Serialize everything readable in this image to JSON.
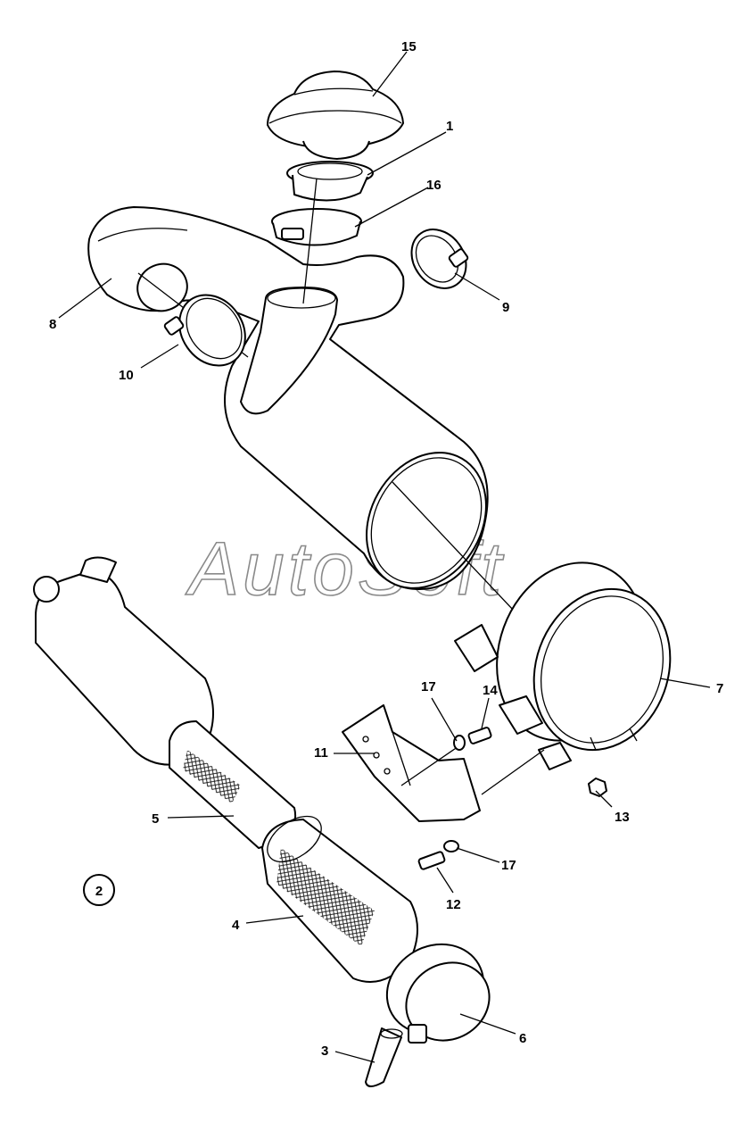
{
  "watermark": "AutoSoft",
  "group_badge": "2",
  "callouts": {
    "c1": "1",
    "c3": "3",
    "c4": "4",
    "c5": "5",
    "c6": "6",
    "c7": "7",
    "c8": "8",
    "c9": "9",
    "c10": "10",
    "c11": "11",
    "c12": "12",
    "c13": "13",
    "c14": "14",
    "c15": "15",
    "c16": "16",
    "c17a": "17",
    "c17b": "17"
  }
}
